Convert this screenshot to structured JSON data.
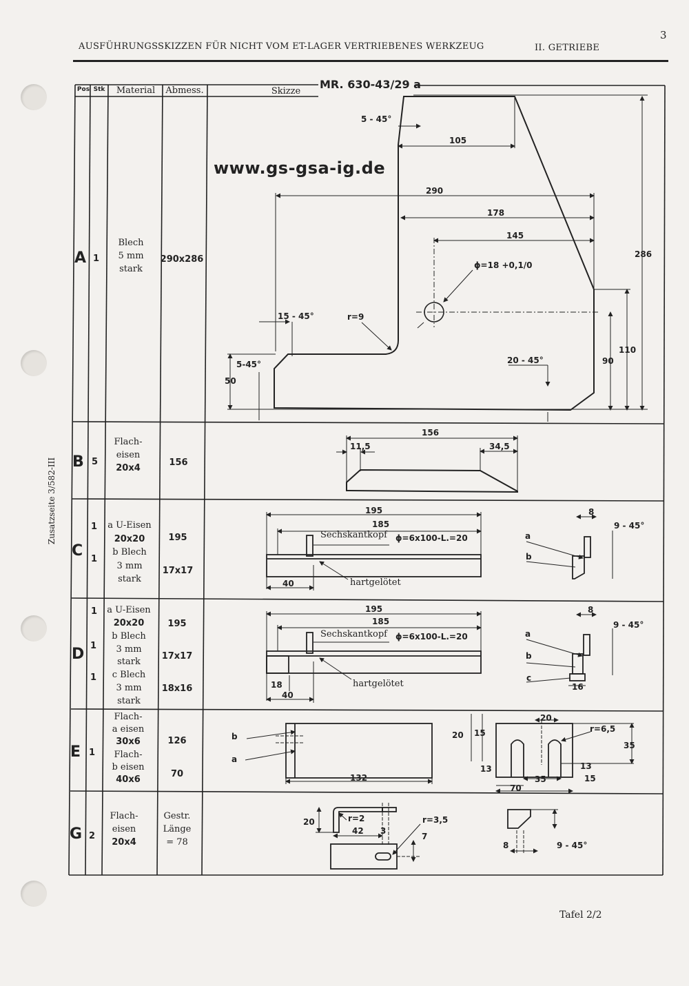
{
  "page_number": "3",
  "header": {
    "title": "AUSFÜHRUNGSSKIZZEN FÜR NICHT VOM ET-LAGER VERTRIEBENES WERKZEUG",
    "section": "II. GETRIEBE"
  },
  "side_note": "Zusatzseite 3/582-III",
  "footer": "Tafel 2/2",
  "watermark": "www.gs-gsa-ig.de",
  "table": {
    "columns": [
      "Pos",
      "Stk",
      "Material",
      "Abmess.",
      "Skizze"
    ],
    "drawing_number": "MR. 630-43/29 a",
    "rows": [
      {
        "pos": "A",
        "qty": [
          "1"
        ],
        "material": [
          "Blech",
          "5 mm",
          "stark"
        ],
        "dims": [
          "290x286"
        ]
      },
      {
        "pos": "B",
        "qty": [
          "5"
        ],
        "material": [
          "Flach-",
          "eisen",
          "20x4"
        ],
        "dims": [
          "156"
        ]
      },
      {
        "pos": "C",
        "qty": [
          "1",
          "1"
        ],
        "material": [
          "a U-Eisen",
          "20x20",
          "b Blech",
          "3 mm",
          "stark"
        ],
        "dims": [
          "195",
          "17x17"
        ]
      },
      {
        "pos": "D",
        "qty": [
          "1",
          "1",
          "1"
        ],
        "material": [
          "a U-Eisen",
          "20x20",
          "b Blech",
          "3 mm",
          "stark",
          "c Blech",
          "3 mm",
          "stark"
        ],
        "dims": [
          "195",
          "17x17",
          "18x16"
        ]
      },
      {
        "pos": "E",
        "qty": [
          "1"
        ],
        "material": [
          "Flach-",
          "a eisen",
          "30x6",
          "Flach-",
          "b eisen",
          "40x6"
        ],
        "dims": [
          "126",
          "70"
        ]
      },
      {
        "pos": "G",
        "qty": [
          "2"
        ],
        "material": [
          "Flach-",
          "eisen",
          "20x4"
        ],
        "dims": [
          "Gestr.",
          "Länge",
          "= 78"
        ]
      }
    ]
  },
  "sketch_labels": {
    "A": {
      "d1": "5 - 45°",
      "d2": "105",
      "d3": "290",
      "d4": "178",
      "d5": "145",
      "d6": "ϕ=18 +0,1/0",
      "d7": "286",
      "d8": "15 - 45°",
      "d9": "r=9",
      "d10": "5-45°",
      "d11": "50",
      "d12": "20 - 45°",
      "d13": "90",
      "d14": "110"
    },
    "B": {
      "d1": "156",
      "d2": "11,5",
      "d3": "34,5"
    },
    "C": {
      "d1": "195",
      "d2": "185",
      "d3": "Sechskantkopf",
      "d4": "ϕ=6x100-L.=20",
      "d5": "40",
      "d6": "hartgelötet",
      "d7": "8",
      "d8": "9 - 45°",
      "a": "a",
      "b": "b"
    },
    "D": {
      "d1": "195",
      "d2": "185",
      "d3": "Sechskantkopf",
      "d4": "ϕ=6x100-L.=20",
      "d5": "18",
      "d6": "40",
      "d7": "hartgelötet",
      "d8": "8",
      "d9": "9 - 45°",
      "a": "a",
      "b": "b",
      "c": "c",
      "d10": "16"
    },
    "E": {
      "b": "b",
      "a": "a",
      "d1": "132",
      "d2": "20",
      "d3": "15",
      "d4": "20",
      "d5": "r=6,5",
      "d6": "35",
      "d7": "13",
      "d8": "13",
      "d9": "35",
      "d10": "15",
      "d11": "70"
    },
    "G": {
      "d1": "r=2",
      "d2": "20",
      "d3": "42",
      "d4": "3",
      "d5": "r=3,5",
      "d6": "7",
      "d7": "8",
      "d8": "9 - 45°"
    }
  }
}
